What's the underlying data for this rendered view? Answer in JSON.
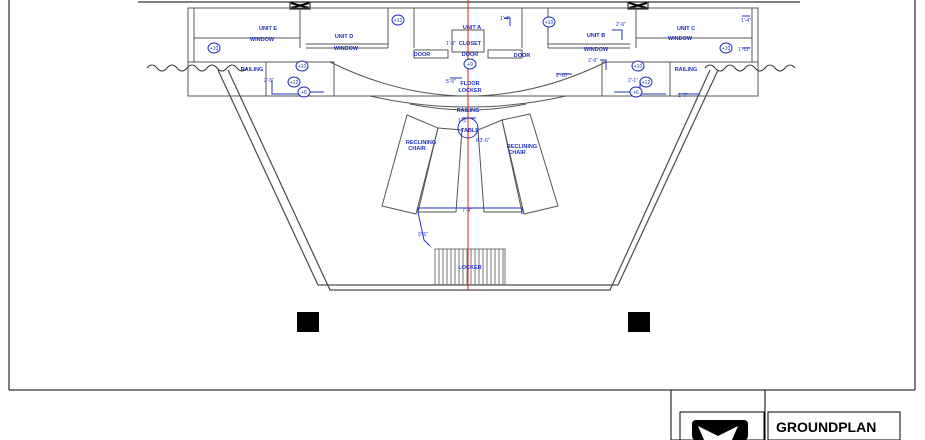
{
  "title_block": {
    "title": "GROUNDPLAN"
  },
  "labels": {
    "unit_a": "UNIT A",
    "unit_b": "UNIT B",
    "unit_c": "UNIT C",
    "unit_d": "UNIT D",
    "unit_e": "UNIT E",
    "window": "WINDOW",
    "closet": "CLOSET",
    "door": "DOOR",
    "floor_locker": [
      "FLOOR",
      "LOCKER"
    ],
    "railing": "RAILING",
    "table": "TABLE",
    "reclining_chair": [
      "RECLINING",
      "CHAIR"
    ],
    "locker": "LOCKER"
  },
  "elevations": {
    "plus12": "+12",
    "plus10": "+10",
    "plus6": "+6",
    "plus9": "+9"
  },
  "dimensions": {
    "d1_4": "1'-4\"",
    "d2_6": "2'-6\"",
    "d1_11": "1'-11\"",
    "d2_9": "2'-9\"",
    "d5_5": "5'-5\"",
    "d2_10": "2'-10\"",
    "d2_5": "2'-5\"",
    "d1_3": "1'-3\"",
    "d7_4": "7'-4\"",
    "d1_7": "1'-7\"",
    "d3_5": "3'-5\"",
    "d2_1": "2'-1\"",
    "dr3_6": "R3'-6\""
  },
  "colors": {
    "line": "#4a4a4a",
    "dimension": "#1f2fbf",
    "centerline": "#d62020",
    "frame": "#000000"
  }
}
